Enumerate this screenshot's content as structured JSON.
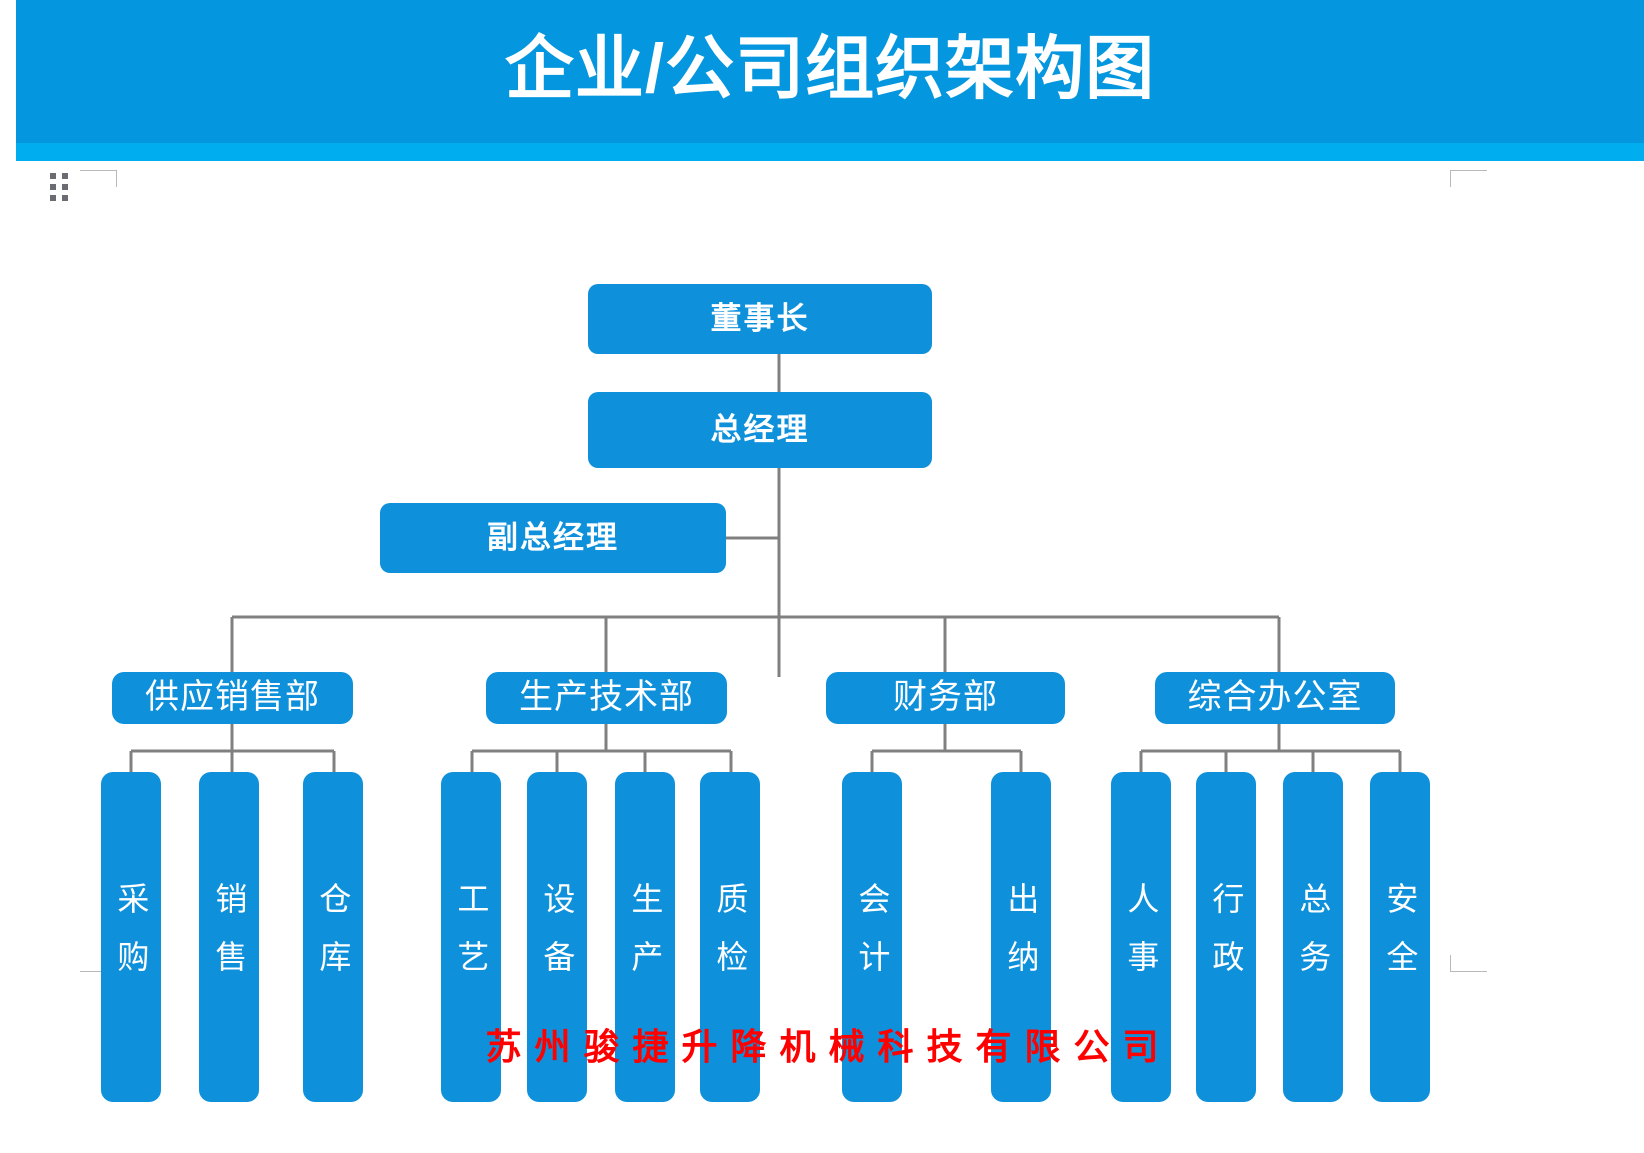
{
  "header": {
    "title": "企业/公司组织架构图",
    "band_color": "#0496DE",
    "strip_color": "#00AEEF",
    "title_color": "#ffffff"
  },
  "toolbar": {
    "drag_handle_icon": "drag-dots-icon"
  },
  "chart_data": {
    "type": "diagram",
    "title": "企业/公司组织架构图",
    "node_color": "#0E90DB",
    "node_text_color": "#ffffff",
    "connector_color": "#808080",
    "levels": [
      {
        "name": "executive",
        "nodes": [
          {
            "id": "chairman",
            "label": "董事长"
          },
          {
            "id": "general-manager",
            "label": "总经理"
          },
          {
            "id": "deputy-general-manager",
            "label": "副总经理"
          }
        ]
      },
      {
        "name": "departments",
        "nodes": [
          {
            "id": "supply-sales-dept",
            "label": "供应销售部"
          },
          {
            "id": "production-technology-dept",
            "label": "生产技术部"
          },
          {
            "id": "finance-dept",
            "label": "财务部"
          },
          {
            "id": "general-office",
            "label": "综合办公室"
          }
        ]
      },
      {
        "name": "teams",
        "nodes": [
          {
            "id": "procurement",
            "label": "采购",
            "parent": "supply-sales-dept"
          },
          {
            "id": "sales",
            "label": "销售",
            "parent": "supply-sales-dept"
          },
          {
            "id": "warehouse",
            "label": "仓库",
            "parent": "supply-sales-dept"
          },
          {
            "id": "process",
            "label": "工艺",
            "parent": "production-technology-dept"
          },
          {
            "id": "equipment",
            "label": "设备",
            "parent": "production-technology-dept"
          },
          {
            "id": "production",
            "label": "生产",
            "parent": "production-technology-dept"
          },
          {
            "id": "quality-inspection",
            "label": "质检",
            "parent": "production-technology-dept"
          },
          {
            "id": "accounting",
            "label": "会计",
            "parent": "finance-dept"
          },
          {
            "id": "cashier",
            "label": "出纳",
            "parent": "finance-dept"
          },
          {
            "id": "human-resources",
            "label": "人事",
            "parent": "general-office"
          },
          {
            "id": "administration",
            "label": "行政",
            "parent": "general-office"
          },
          {
            "id": "general-affairs",
            "label": "总务",
            "parent": "general-office"
          },
          {
            "id": "safety",
            "label": "安全",
            "parent": "general-office"
          }
        ]
      }
    ],
    "edges": [
      {
        "from": "chairman",
        "to": "general-manager"
      },
      {
        "from": "general-manager",
        "to": "deputy-general-manager"
      },
      {
        "from": "general-manager",
        "to": "supply-sales-dept"
      },
      {
        "from": "general-manager",
        "to": "production-technology-dept"
      },
      {
        "from": "general-manager",
        "to": "finance-dept"
      },
      {
        "from": "general-manager",
        "to": "general-office"
      },
      {
        "from": "supply-sales-dept",
        "to": "procurement"
      },
      {
        "from": "supply-sales-dept",
        "to": "sales"
      },
      {
        "from": "supply-sales-dept",
        "to": "warehouse"
      },
      {
        "from": "production-technology-dept",
        "to": "process"
      },
      {
        "from": "production-technology-dept",
        "to": "equipment"
      },
      {
        "from": "production-technology-dept",
        "to": "production"
      },
      {
        "from": "production-technology-dept",
        "to": "quality-inspection"
      },
      {
        "from": "finance-dept",
        "to": "accounting"
      },
      {
        "from": "finance-dept",
        "to": "cashier"
      },
      {
        "from": "general-office",
        "to": "human-resources"
      },
      {
        "from": "general-office",
        "to": "administration"
      },
      {
        "from": "general-office",
        "to": "general-affairs"
      },
      {
        "from": "general-office",
        "to": "safety"
      }
    ]
  },
  "footer": {
    "company": "苏州骏捷升降机械科技有限公司",
    "company_color": "#FF0000"
  }
}
